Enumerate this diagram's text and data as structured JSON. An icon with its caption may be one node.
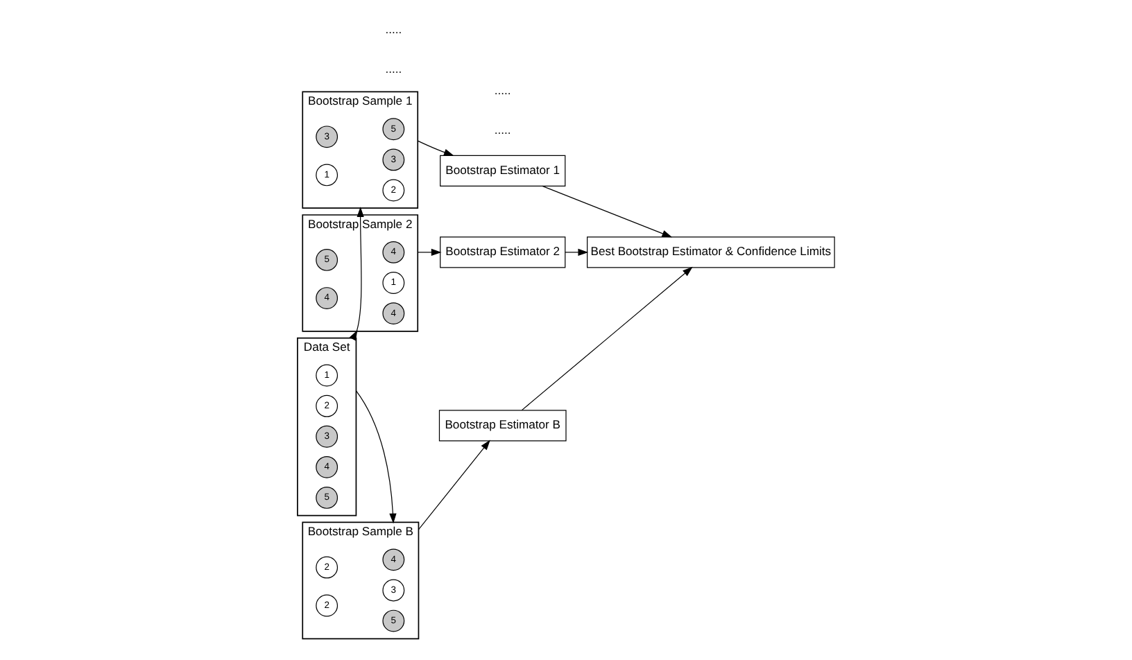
{
  "diagram": {
    "nodes": [
      {
        "text": [
          "Data Set"
        ]
      },
      {
        "text": [
          "1"
        ],
        "in": 0
      },
      {
        "text": [
          "2"
        ],
        "in": 0
      },
      {
        "text": [
          "3"
        ],
        "in": 0
      },
      {
        "text": [
          "4"
        ],
        "in": 0
      },
      {
        "text": [
          "5"
        ],
        "in": 0
      },
      {
        "text": [
          "Bootstrap Sample 1"
        ]
      },
      {
        "text": [
          "5"
        ],
        "in": 6
      },
      {
        "text": [
          "3"
        ],
        "in": 6
      },
      {
        "text": [
          "2"
        ],
        "in": 6
      },
      {
        "text": [
          "3"
        ],
        "in": 6
      },
      {
        "text": [
          "1"
        ],
        "in": 6
      },
      {
        "text": [
          "Bootstrap Sample 2"
        ]
      },
      {
        "text": [
          "4"
        ],
        "in": 12
      },
      {
        "text": [
          "1"
        ],
        "in": 12
      },
      {
        "text": [
          "4"
        ],
        "in": 12
      },
      {
        "text": [
          "5"
        ],
        "in": 12
      },
      {
        "text": [
          "4"
        ],
        "in": 12
      },
      {
        "text": [
          "Bootstrap Sample B"
        ]
      },
      {
        "text": [
          "4"
        ],
        "in": 18
      },
      {
        "text": [
          "3"
        ],
        "in": 18
      },
      {
        "text": [
          "5"
        ],
        "in": 18
      },
      {
        "text": [
          "2"
        ],
        "in": 18
      },
      {
        "text": [
          "2"
        ],
        "in": 18
      },
      {
        "text": [
          "Bootstrap Estimator 1"
        ]
      },
      {
        "text": [
          "Bootstrap Estimator 2"
        ]
      },
      {
        "text": [
          "Bootstrap Estimator B"
        ]
      },
      {
        "text": [
          "Best Bootstrap Estimator & Confidence Limits"
        ]
      }
    ],
    "edges": [
      {
        "from": 0,
        "to": 6,
        "arrow": "to"
      },
      {
        "from": 0,
        "to": 12,
        "arrow": "to"
      },
      {
        "from": 0,
        "to": 18,
        "arrow": "to"
      },
      {
        "from": 6,
        "to": 24,
        "arrow": "to"
      },
      {
        "from": 12,
        "to": 25,
        "arrow": "to"
      },
      {
        "from": 18,
        "to": 26,
        "arrow": "to"
      },
      {
        "from": 24,
        "to": 27,
        "arrow": "to"
      },
      {
        "from": 25,
        "to": 27,
        "arrow": "to"
      },
      {
        "from": 26,
        "to": 27,
        "arrow": "to"
      }
    ],
    "labels": [
      ".....",
      ".....",
      ".....",
      "....."
    ]
  }
}
